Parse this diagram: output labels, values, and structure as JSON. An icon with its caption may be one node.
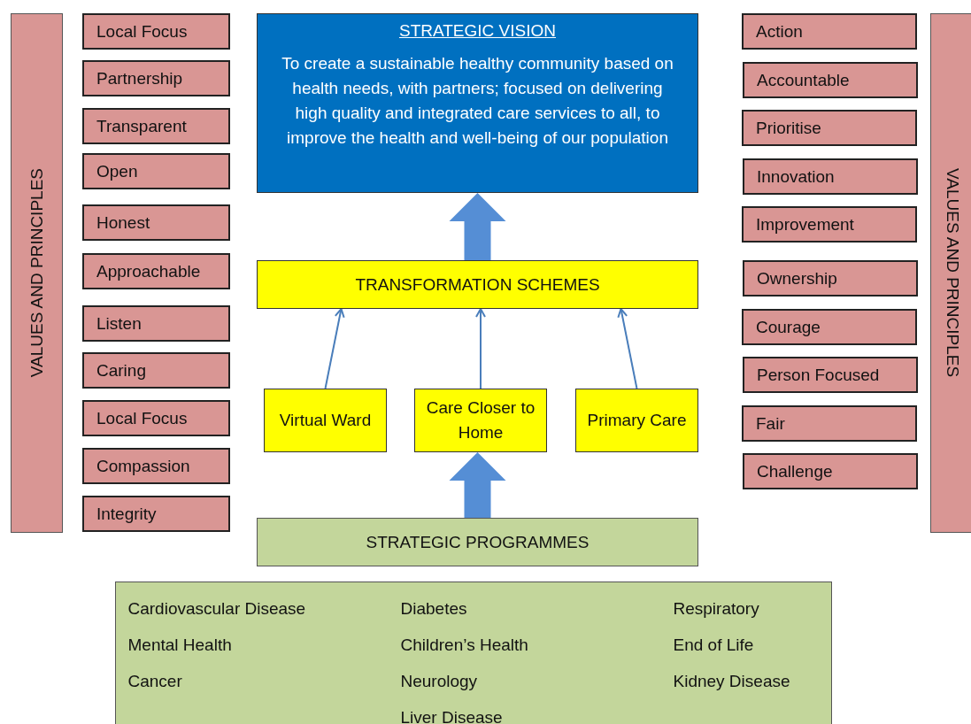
{
  "diagram": {
    "nodes": [
      {
        "text": [
          "VALUES AND PRINCIPLES"
        ]
      },
      {
        "text": [
          "Local Focus"
        ]
      },
      {
        "text": [
          "Partnership"
        ]
      },
      {
        "text": [
          "Transparent"
        ]
      },
      {
        "text": [
          "Open"
        ]
      },
      {
        "text": [
          "Honest"
        ]
      },
      {
        "text": [
          "Approachable"
        ]
      },
      {
        "text": [
          "Listen"
        ]
      },
      {
        "text": [
          "Caring"
        ]
      },
      {
        "text": [
          "Local Focus"
        ]
      },
      {
        "text": [
          "Compassion"
        ]
      },
      {
        "text": [
          "Integrity"
        ]
      },
      {
        "text": [
          "STRATEGIC VISION",
          "To create a sustainable healthy  community based on health needs, with partners; focused on delivering high quality and integrated care services to all, to improve the health and well-being of our population"
        ]
      },
      {
        "text": [
          "TRANSFORMATION SCHEMES"
        ]
      },
      {
        "text": [
          "Virtual Ward"
        ]
      },
      {
        "text": [
          "Care Closer to Home"
        ]
      },
      {
        "text": [
          "Primary Care"
        ]
      },
      {
        "text": [
          "STRATEGIC PROGRAMMES"
        ]
      },
      {
        "text": [
          "Cardiovascular Disease",
          "Diabetes",
          "Respiratory",
          "Mental Health",
          "Children’s Health",
          "End of Life",
          "Cancer",
          "Neurology",
          "Kidney Disease",
          "Liver Disease"
        ]
      },
      {
        "text": [
          "Action"
        ]
      },
      {
        "text": [
          "Accountable"
        ]
      },
      {
        "text": [
          "Prioritise"
        ]
      },
      {
        "text": [
          "Innovation"
        ]
      },
      {
        "text": [
          "Improvement"
        ]
      },
      {
        "text": [
          "Ownership"
        ]
      },
      {
        "text": [
          "Courage"
        ]
      },
      {
        "text": [
          "Person Focused"
        ]
      },
      {
        "text": [
          "Fair"
        ]
      },
      {
        "text": [
          "Challenge"
        ]
      },
      {
        "text": [
          "VALUES AND PRINCIPLES"
        ]
      }
    ],
    "edges": [
      {
        "from": 13,
        "to": 12,
        "arrow": "to",
        "style": "thick"
      },
      {
        "from": 14,
        "to": 13,
        "arrow": "to"
      },
      {
        "from": 15,
        "to": 13,
        "arrow": "to"
      },
      {
        "from": 16,
        "to": 13,
        "arrow": "to"
      },
      {
        "from": 17,
        "to": 15,
        "arrow": "to",
        "style": "thick"
      }
    ]
  }
}
